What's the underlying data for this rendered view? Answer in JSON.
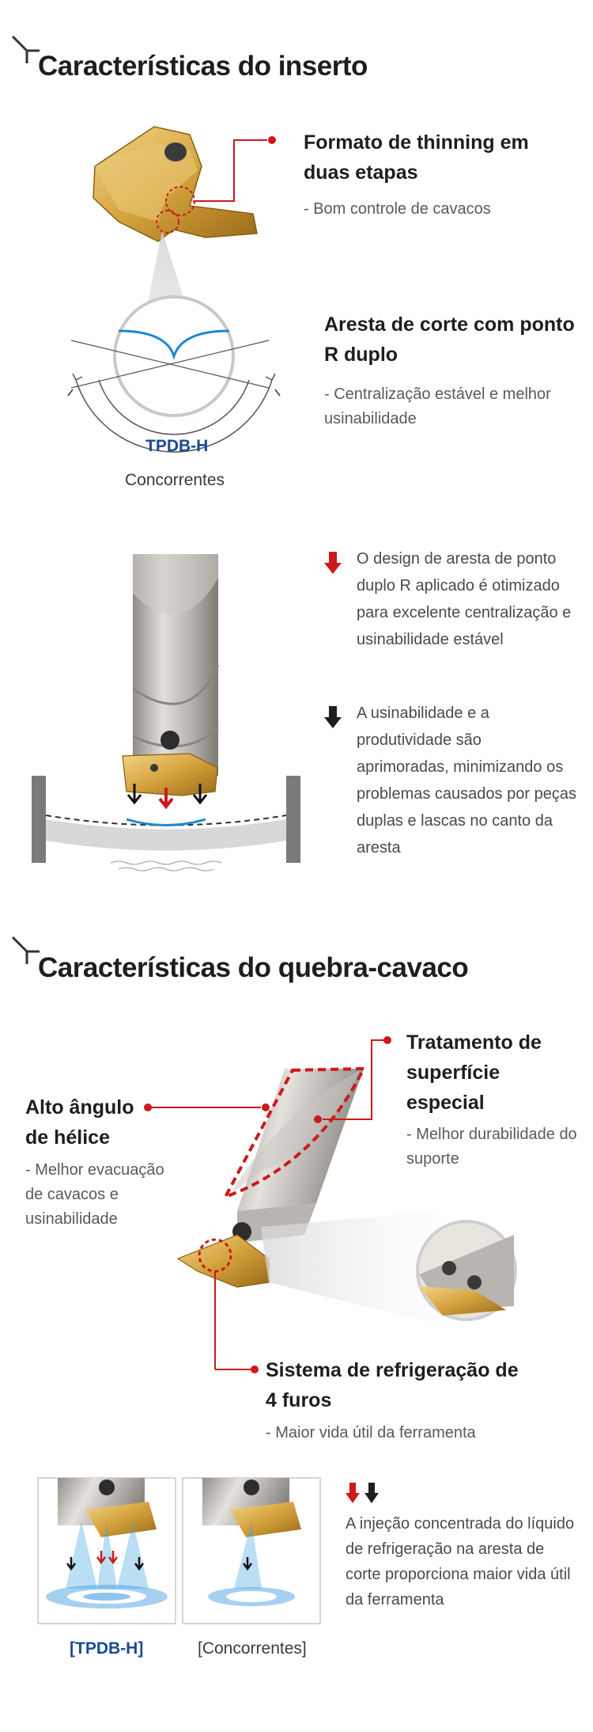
{
  "section1": {
    "title": "Características do inserto",
    "feature1": {
      "title": "Formato de thinning em duas etapas",
      "desc": "- Bom controle de cavacos"
    },
    "feature2": {
      "title": "Aresta de corte com ponto R duplo",
      "desc": "- Centralização estável e melhor usinabilidade"
    },
    "label_tpdb": "TPDB-H",
    "label_competitors": "Concorrentes",
    "bullet_red": "O design de aresta de ponto duplo R aplicado é otimizado para excelente centralização e usinabilidade estável",
    "bullet_black": "A usinabilidade e a produtividade são aprimoradas, minimizando os problemas causados por peças duplas e lascas no canto da aresta"
  },
  "section2": {
    "title": "Características do quebra-cavaco",
    "feature_helix": {
      "title": "Alto ângulo de hélice",
      "desc": "- Melhor evacuação de cavacos e usinabilidade"
    },
    "feature_surface": {
      "title": "Tratamento de superfície especial",
      "desc": "- Melhor durabilidade do suporte"
    },
    "feature_coolant": {
      "title": "Sistema de refrigeração de 4 furos",
      "desc": "- Maior vida útil da ferramenta"
    },
    "caption_tpdb": "[TPDB-H]",
    "caption_competitors": "[Concorrentes]",
    "coolant_text": "A injeção concentrada do líquido de refrigeração na aresta de corte proporciona maior vida útil da ferramenta"
  },
  "colors": {
    "accent_red": "#cc1a1a",
    "brand_blue": "#1c4a94",
    "gold": "#c89630",
    "steel": "#a8a4a0"
  }
}
